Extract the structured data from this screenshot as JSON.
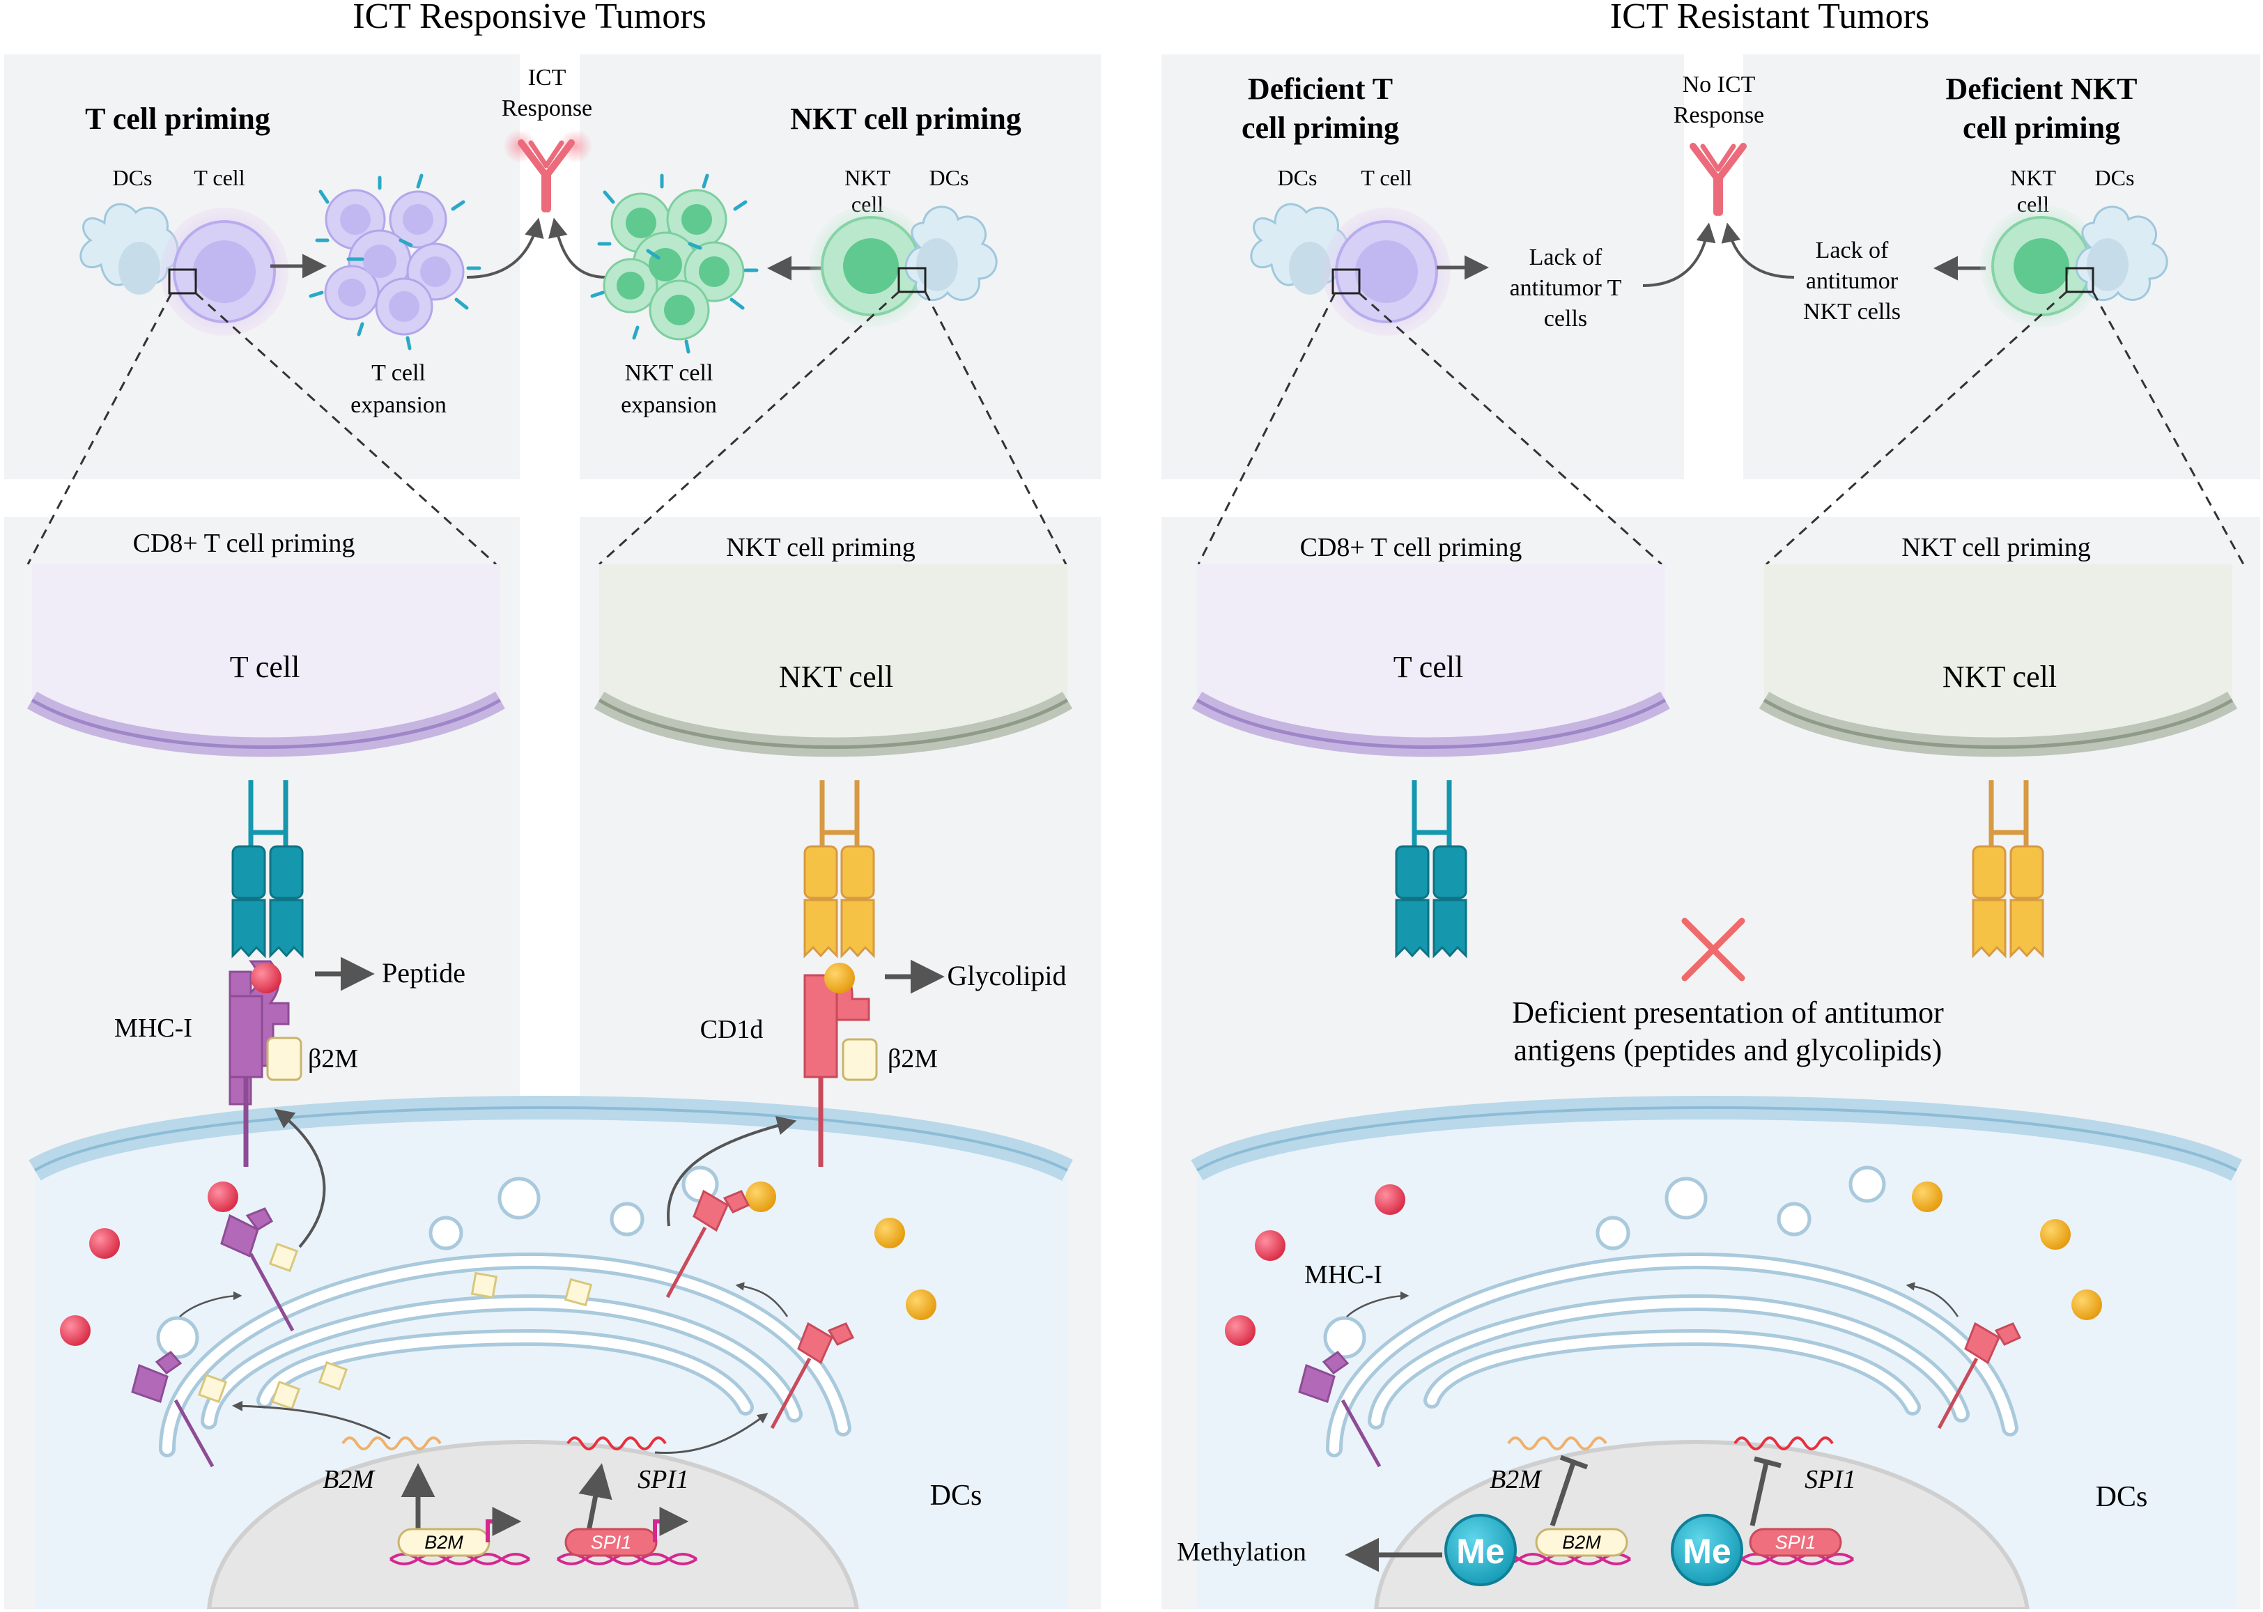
{
  "left": {
    "title": "ICT Responsive Tumors",
    "top": {
      "t_priming": "T cell priming",
      "nkt_priming": "NKT cell priming",
      "dcs_a": "DCs",
      "t_cell": "T cell",
      "ict_line1": "ICT",
      "ict_line2": "Response",
      "nkt_l1": "NKT",
      "nkt_l2": "cell",
      "dcs_b": "DCs",
      "t_exp_l1": "T cell",
      "t_exp_l2": "expansion",
      "nkt_exp_l1": "NKT cell",
      "nkt_exp_l2": "expansion"
    },
    "cd8": {
      "title": "CD8+ T cell priming",
      "cell": "T cell",
      "peptide": "Peptide",
      "mhc": "MHC-I",
      "b2m": "β2M"
    },
    "nkt": {
      "title": "NKT cell priming",
      "cell": "NKT cell",
      "glycolipid": "Glycolipid",
      "cd1d": "CD1d",
      "b2m": "β2M"
    },
    "dc": {
      "gene1": "B2M",
      "gene2": "SPI1",
      "promoter1": "B2M",
      "promoter2": "SPI1",
      "label": "DCs"
    }
  },
  "right": {
    "title": "ICT Resistant Tumors",
    "top": {
      "def_t_l1": "Deficient T",
      "def_t_l2": "cell priming",
      "no_ict_l1": "No ICT",
      "no_ict_l2": "Response",
      "def_nkt_l1": "Deficient NKT",
      "def_nkt_l2": "cell priming",
      "dcs_a": "DCs",
      "t_cell": "T cell",
      "lack_t_l1": "Lack of",
      "lack_t_l2": "antitumor T",
      "lack_t_l3": "cells",
      "lack_nkt_l1": "Lack of",
      "lack_nkt_l2": "antitumor",
      "lack_nkt_l3": "NKT cells",
      "nkt_l1": "NKT",
      "nkt_l2": "cell",
      "dcs_b": "DCs"
    },
    "cd8": {
      "title": "CD8+ T cell priming",
      "cell": "T cell"
    },
    "nkt": {
      "title": "NKT cell priming",
      "cell": "NKT cell"
    },
    "deficient_l1": "Deficient presentation of antitumor",
    "deficient_l2": "antigens (peptides and glycolipids)",
    "dc": {
      "mhc": "MHC-I",
      "gene1": "B2M",
      "gene2": "SPI1",
      "promoter1": "B2M",
      "promoter2": "SPI1",
      "me1": "Me",
      "me2": "Me",
      "methylation": "Methylation",
      "label": "DCs"
    }
  },
  "colors": {
    "panel_bg": "#f2f3f5",
    "tcr_teal": "#1597ad",
    "cd1d_yellow": "#f5c245",
    "mhc_purple": "#b26ab8",
    "cd1d_pink": "#ef6f7f",
    "peptide_red": "#e63950",
    "glycolipid_orange": "#f2a516",
    "methyl_cyan": "#21b8d4",
    "dna_magenta": "#d4288f",
    "cross_red": "#ef6a6a"
  }
}
